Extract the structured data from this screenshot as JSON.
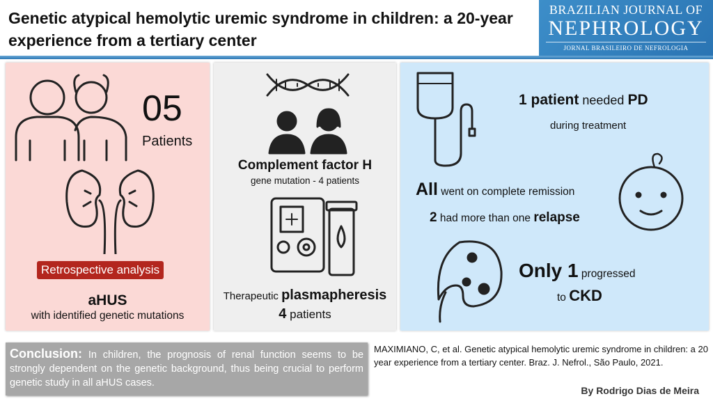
{
  "title": "Genetic atypical hemolytic uremic syndrome in children: a 20-year experience from a tertiary center",
  "logo": {
    "line1": "Brazilian Journal of",
    "line2": "NEPHROLOGY",
    "line3": "Jornal Brasileiro de Nefrologia"
  },
  "left": {
    "count": "05",
    "count_label": "Patients",
    "badge": "Retrospective analysis",
    "heading": "aHUS",
    "sub": "with identified genetic mutations"
  },
  "middle": {
    "heading": "Complement factor H",
    "sub": "gene mutation - 4 patients",
    "therapy_prefix": "Therapeutic",
    "therapy": "plasmapheresis",
    "therapy_count": "4",
    "therapy_count_label": "patients"
  },
  "right": {
    "pd_count": "1 patient",
    "pd_mid": "needed",
    "pd": "PD",
    "pd_sub": "during treatment",
    "all": "All",
    "all_rest": "went on complete remission",
    "relapse_num": "2",
    "relapse_mid": "had more than one",
    "relapse": "relapse",
    "only": "Only 1",
    "only_rest": "progressed",
    "to": "to",
    "ckd": "CKD"
  },
  "conclusion": {
    "label": "Conclusion:",
    "text": "In children, the prognosis of renal function seems to be strongly dependent on the genetic background, thus being crucial to perform genetic study in all aHUS cases."
  },
  "reference": "MAXIMIANO, C, et al. Genetic atypical hemolytic uremic syndrome in children: a 20 year experience from a tertiary center. Braz. J. Nefrol., São Paulo, 2021.",
  "author": "By Rodrigo Dias de Meira"
}
